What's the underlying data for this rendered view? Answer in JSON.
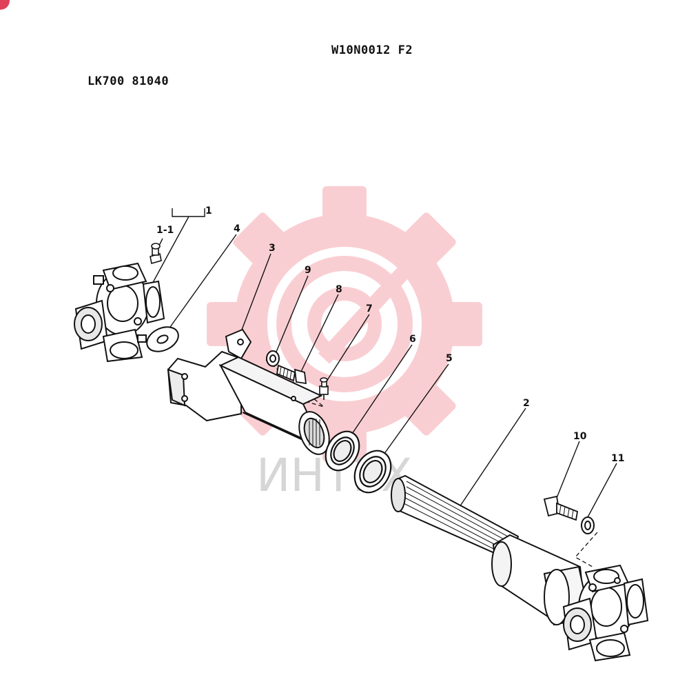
{
  "header": {
    "drawing_code": "W10N0012 F2",
    "part_code": "LK700 81040"
  },
  "watermark": {
    "text": "ИНТЕХ",
    "color": "#f4a7ad"
  },
  "callouts": {
    "c1": "1",
    "c1_1": "1-1",
    "c2": "2",
    "c3": "3",
    "c4": "4",
    "c5": "5",
    "c6": "6",
    "c7": "7",
    "c8": "8",
    "c9": "9",
    "c10": "10",
    "c11": "11"
  }
}
